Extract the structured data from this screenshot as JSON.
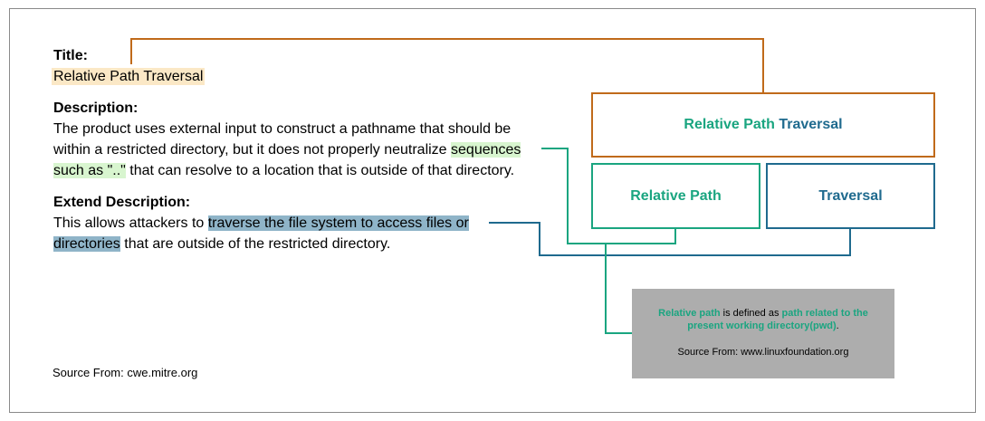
{
  "title_label": "Title:",
  "title_value": "Relative Path Traversal",
  "description_label": "Description:",
  "description": {
    "line1": "The product uses external input to construct a pathname that should be",
    "line2_pre": "within a restricted directory, but it does not properly neutralize ",
    "line2_hl": "sequences",
    "line3_hl": "such as \"..\"",
    "line3_post": " that can resolve to a location that is outside of that directory."
  },
  "extend_label": "Extend Description:",
  "extend": {
    "line1_pre": "This allows attackers to ",
    "line1_hl": "traverse the file system to access files or",
    "line2_hl": "directories",
    "line2_post": " that are outside of the restricted directory."
  },
  "source_left": "Source From: cwe.mitre.org",
  "boxes": {
    "main_part1": "Relative Path",
    "main_part2": " Traversal",
    "relative": "Relative Path",
    "traversal": "Traversal"
  },
  "note": {
    "term": "Relative path",
    "mid": " is defined as ",
    "definition": "path related to the present working directory(pwd)",
    "end": ".",
    "source": "Source From: www.linuxfoundation.org"
  },
  "colors": {
    "orange": "#c06a1a",
    "green": "#1aa580",
    "blue": "#1f6a8e",
    "note_bg": "#adadad"
  }
}
